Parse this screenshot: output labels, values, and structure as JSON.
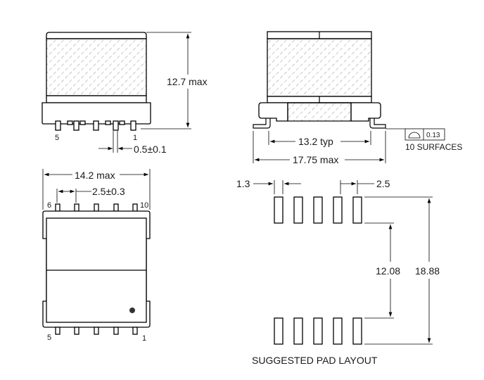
{
  "side_view": {
    "height_label": "12.7 max",
    "pin_pitch_width_label": "0.5±0.1",
    "pin_label_left": "5",
    "pin_label_right": "1"
  },
  "front_view": {
    "lead_span_label": "13.2 typ",
    "overall_width_label": "17.75 max",
    "coplanarity_value": "0.13",
    "coplanarity_note": "10 SURFACES",
    "coplanarity_symbol": "profile-of-surface-icon"
  },
  "top_view": {
    "width_label": "14.2 max",
    "pitch_label": "2.5±0.3",
    "pin_labels": {
      "top_left": "6",
      "top_right": "10",
      "bottom_left": "5",
      "bottom_right": "1"
    }
  },
  "pad_layout": {
    "pad_width_label": "1.3",
    "pad_pitch_label": "2.5",
    "inner_span_label": "12.08",
    "outer_span_label": "18.88",
    "caption": "SUGGESTED PAD LAYOUT"
  }
}
